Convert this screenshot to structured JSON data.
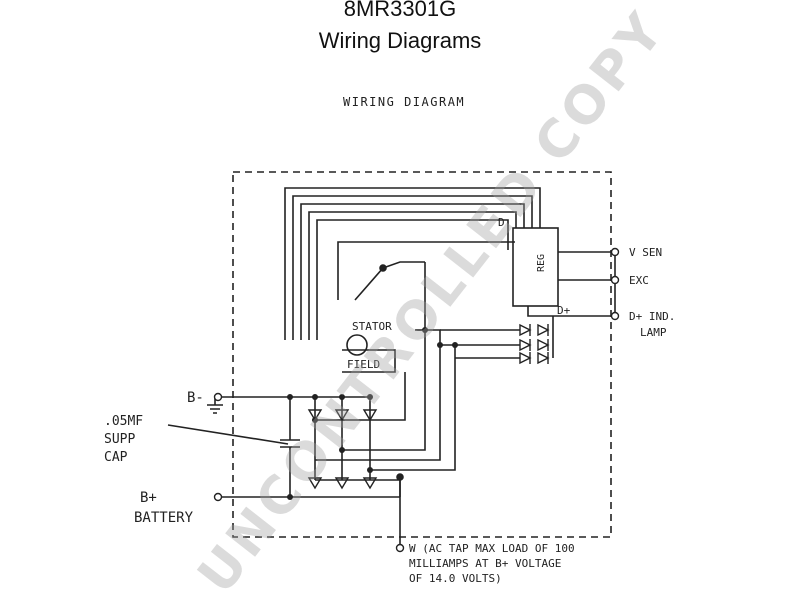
{
  "header": {
    "part_number": "8MR3301G",
    "subtitle": "Wiring Diagrams"
  },
  "diagram": {
    "heading": "WIRING DIAGRAM",
    "labels": {
      "stator": "STATOR",
      "field": "FIELD",
      "reg": "REG",
      "d_top": "D",
      "d_plus": "D+",
      "v_sen": "V SEN",
      "exc": "EXC",
      "d_plus_ind": "D+ IND.",
      "lamp": "LAMP",
      "b_minus": "B-",
      "cap_1": ".05MF",
      "cap_2": "SUPP",
      "cap_3": "CAP",
      "b_plus": "B+",
      "battery": "BATTERY",
      "w_line1": "W (AC TAP MAX LOAD OF 100",
      "w_line2": "MILLIAMPS AT B+ VOLTAGE",
      "w_line3": "OF 14.0 VOLTS)"
    }
  },
  "watermark": "UNCONTROLLED COPY",
  "colors": {
    "line": "#222222",
    "watermark": "#a0a0a0"
  }
}
